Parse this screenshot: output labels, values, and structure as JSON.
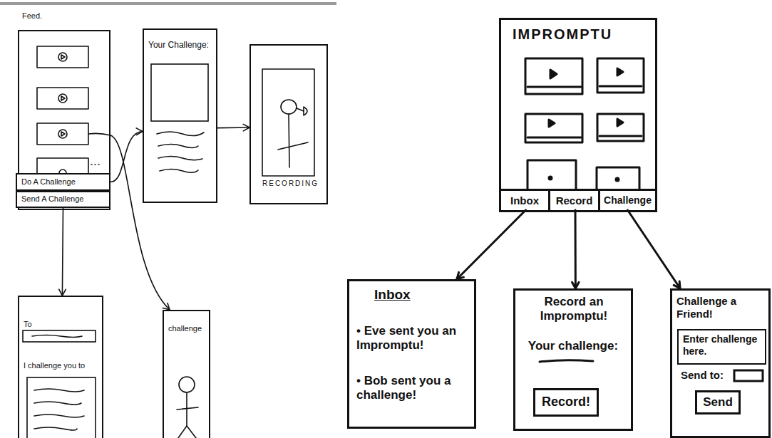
{
  "diagram": {
    "nodes": [
      {
        "text": [
          "Feed."
        ]
      },
      {
        "text": [
          "Do A Challenge"
        ],
        "in": 0
      },
      {
        "text": [
          "Send A Challenge"
        ],
        "in": 0
      },
      {
        "text": [
          "Your Challenge:"
        ]
      },
      {
        "text": [
          "RECORDING"
        ]
      },
      {
        "text": [
          "To",
          "I challenge you to"
        ]
      },
      {
        "text": [
          "challenge"
        ]
      },
      {
        "text": [
          "IMPROMPTU"
        ]
      },
      {
        "text": [
          "Inbox"
        ],
        "in": 7
      },
      {
        "text": [
          "Record"
        ],
        "in": 7
      },
      {
        "text": [
          "Challenge"
        ],
        "in": 7
      },
      {
        "text": [
          "Inbox",
          "• Eve sent you an Impromptu!",
          "• Bob sent you a challenge!"
        ]
      },
      {
        "text": [
          "Record an Impromptu!",
          "Your challenge:"
        ]
      },
      {
        "text": [
          "Record!"
        ],
        "in": 12
      },
      {
        "text": [
          "Challenge a Friend!",
          "Send to:"
        ]
      },
      {
        "text": [
          "Enter challenge here."
        ],
        "in": 14
      },
      {
        "text": [
          "Send"
        ],
        "in": 14
      }
    ],
    "edges": [
      {
        "from": 1,
        "to": 3,
        "arrow": "to"
      },
      {
        "from": 3,
        "to": 4,
        "arrow": "to"
      },
      {
        "from": 2,
        "to": 5,
        "arrow": "to"
      },
      {
        "from": 0,
        "to": 6,
        "arrow": "to"
      },
      {
        "from": 8,
        "to": 11,
        "arrow": "to"
      },
      {
        "from": 9,
        "to": 12,
        "arrow": "to"
      },
      {
        "from": 10,
        "to": 14,
        "arrow": "to"
      }
    ]
  }
}
